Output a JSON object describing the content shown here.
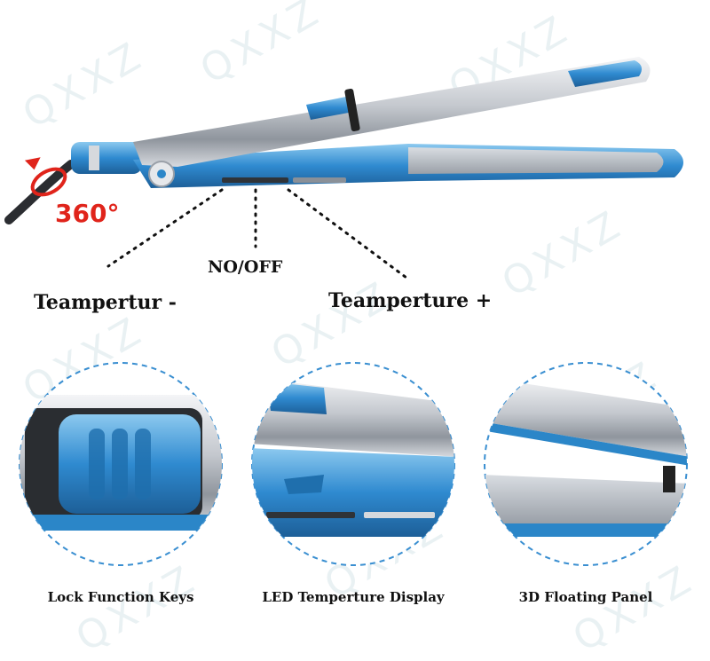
{
  "watermark": {
    "text": "QXXZ"
  },
  "product": {
    "name": "hair-straightener",
    "colors": {
      "metal": "#c9ccd1",
      "metal_dark": "#8d939b",
      "accent_blue": "#2b86c8",
      "accent_light": "#6ab4e6",
      "rotation_red": "#e0241b"
    }
  },
  "rotation": {
    "label": "360°"
  },
  "callouts": {
    "temp_minus": "Teampertur -",
    "power": "NO/OFF",
    "temp_plus": "Teamperture +"
  },
  "features": [
    {
      "label": "Lock Function Keys",
      "icon": "lock-slider-closeup"
    },
    {
      "label": "LED Temperture Display",
      "icon": "led-display-closeup"
    },
    {
      "label": "3D Floating Panel",
      "icon": "floating-plate-closeup"
    }
  ]
}
